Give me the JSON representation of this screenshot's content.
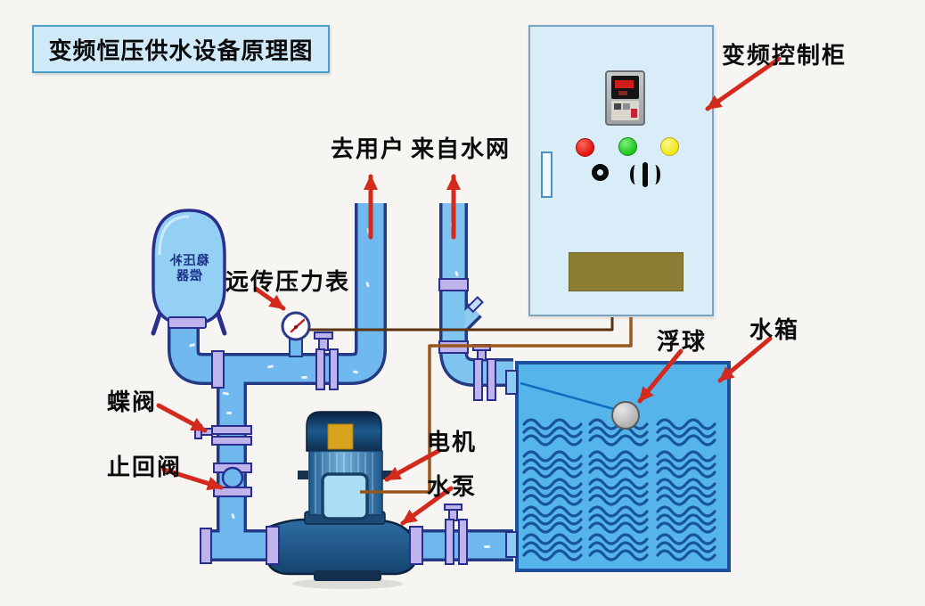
{
  "title": "变频恒压供水设备原理图",
  "labels": {
    "to_users": "去用户",
    "from_water_network": "来自水网",
    "remote_pressure_gauge": "远传压力表",
    "butterfly_valve": "蝶阀",
    "check_valve": "止回阀",
    "motor": "电机",
    "water_pump": "水泵",
    "float_ball": "浮球",
    "water_tank": "水箱",
    "vfd_control_cabinet": "变频控制柜",
    "pressure_tank_line1": "稳压补",
    "pressure_tank_line2": "偿器"
  },
  "cabinet": {
    "indicator_lights": [
      {
        "name": "red-indicator",
        "color": "#e01212"
      },
      {
        "name": "green-indicator",
        "color": "#1ec41e"
      },
      {
        "name": "yellow-indicator",
        "color": "#f2e713"
      }
    ],
    "controls": [
      "power-knob",
      "selector-switch"
    ],
    "display_module": "vfd-display",
    "nameplate_color": "#8b7d34"
  },
  "colors": {
    "pipe_fill": "#6fb9ee",
    "pipe_outline": "#253a85",
    "tank_fill": "#55b4e9",
    "tank_border": "#1c4f9c",
    "cabinet_fill": "#d9edf9",
    "arrow_red": "#d42a1e",
    "wire_dark_brown": "#5a3310",
    "wire_brown": "#9a561d",
    "flange": "#beb3ea",
    "float_ball": "#c4c4c4",
    "title_box_fill": "#cfe9f8",
    "title_box_border": "#49a0c8"
  }
}
